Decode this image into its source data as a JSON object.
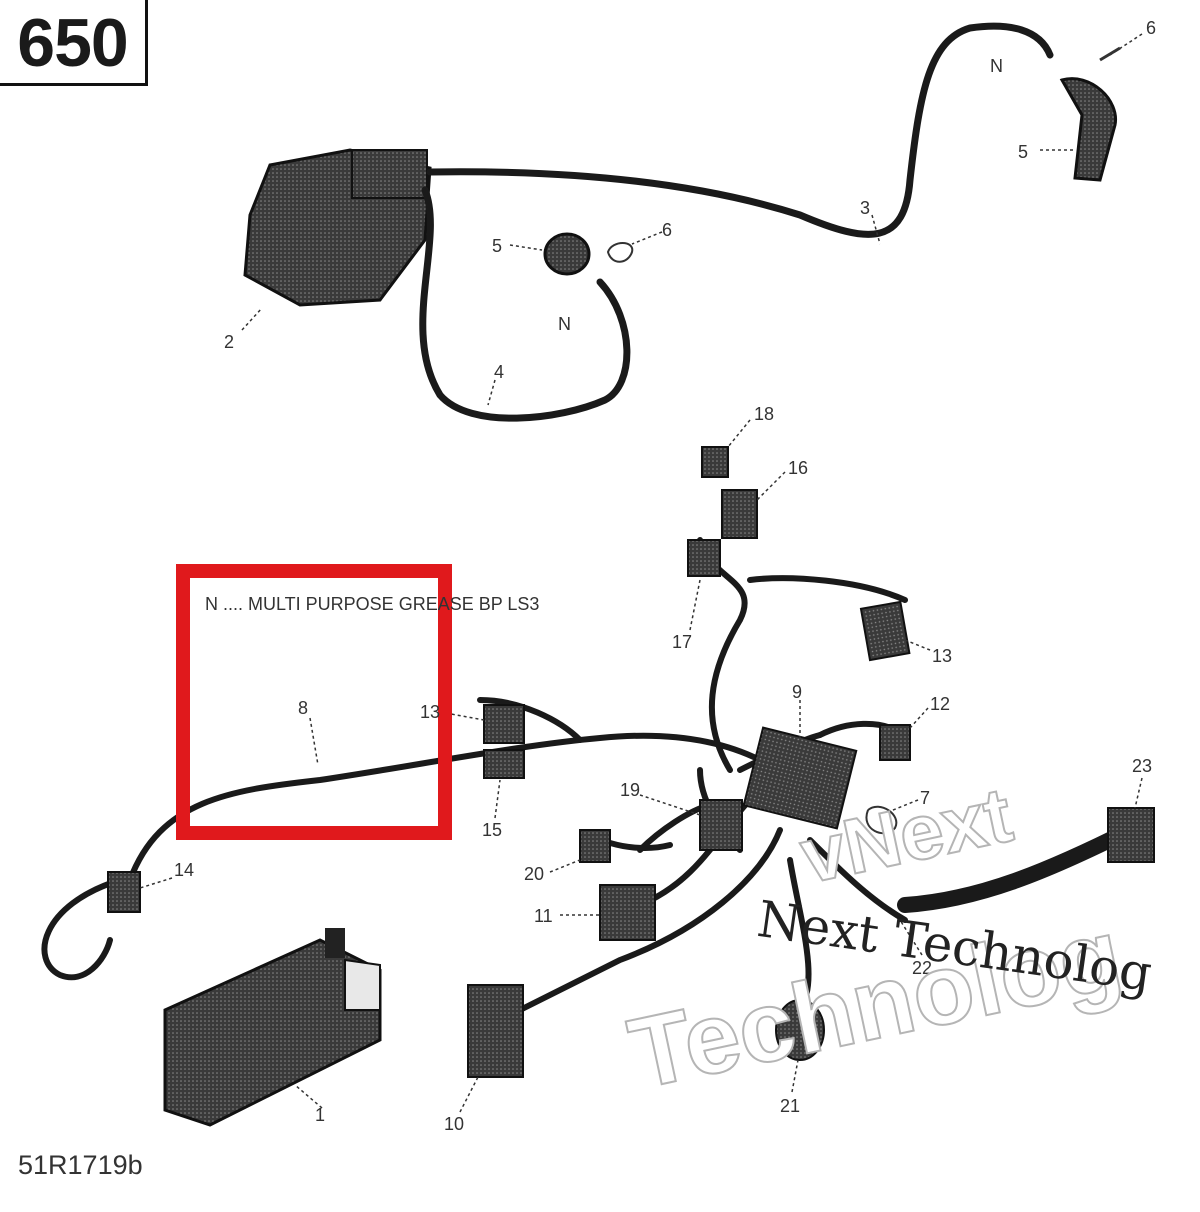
{
  "model_label": "650",
  "diagram_code": "51R1719b",
  "note_text": "N .... MULTI PURPOSE GREASE BP LS3",
  "highlight_color": "#e0191c",
  "callouts": {
    "c1": "1",
    "c2": "2",
    "c3": "3",
    "c4": "4",
    "c5a": "5",
    "c5b": "5",
    "c6a": "6",
    "c6b": "6",
    "c7": "7",
    "c8": "8",
    "c9": "9",
    "c10": "10",
    "c11": "11",
    "c12": "12",
    "c13a": "13",
    "c13b": "13",
    "c14": "14",
    "c15": "15",
    "c16": "16",
    "c17": "17",
    "c18": "18",
    "c19": "19",
    "c20": "20",
    "c21": "21",
    "c22": "22",
    "c23": "23",
    "na": "N",
    "nb": "N"
  },
  "watermark": {
    "script": "Next Technolog",
    "outline_top": "vNext",
    "outline_bottom": "Technolog"
  }
}
